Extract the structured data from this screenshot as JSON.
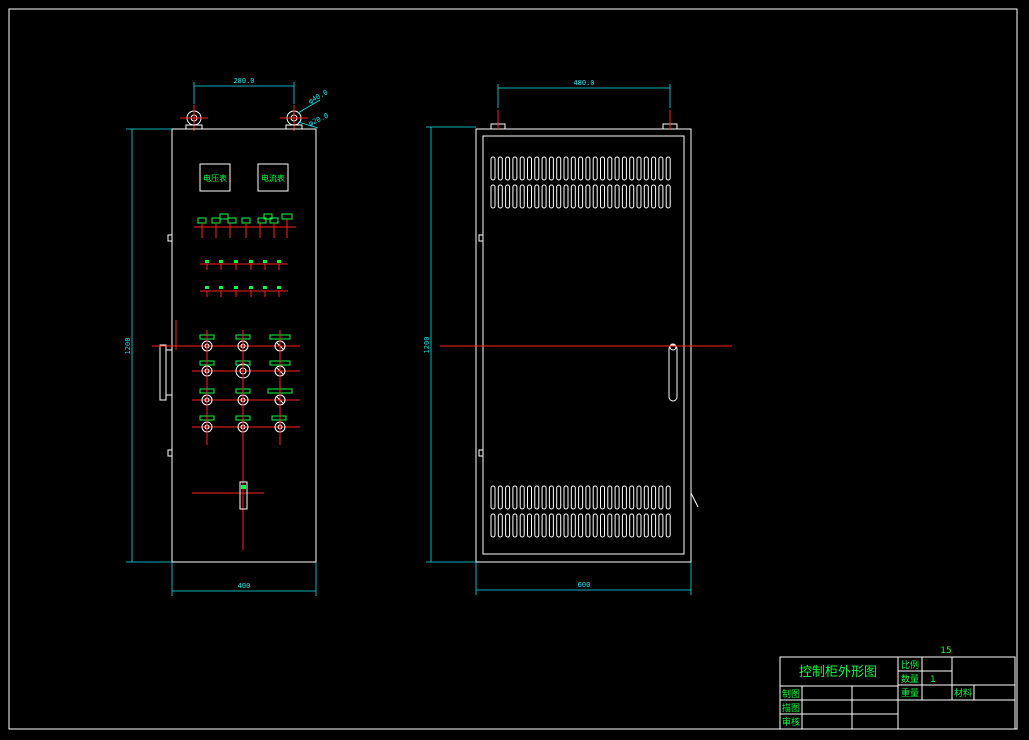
{
  "colors": {
    "background": "#000000",
    "outline": "#ffffff",
    "dimension": "#00e5ee",
    "centerline": "#ff2020",
    "component": "#00ff40"
  },
  "front_view": {
    "dim_top": "280.0",
    "dim_bolt_a": "φ40.0",
    "dim_bolt_b": "φ20.0",
    "dim_height": "1200",
    "dim_width": "400",
    "meter_left": "电压表",
    "meter_right": "电流表"
  },
  "side_view": {
    "dim_top": "480.0",
    "dim_height": "1200",
    "dim_width": "600"
  },
  "title_block": {
    "sheet_number": "15",
    "title": "控制柜外形图",
    "scale_label": "比例",
    "quantity_label": "数量",
    "quantity_value": "1",
    "weight_label": "重量",
    "material_label": "材料",
    "drawn_label": "制图",
    "traced_label": "描图",
    "checked_label": "审核"
  }
}
